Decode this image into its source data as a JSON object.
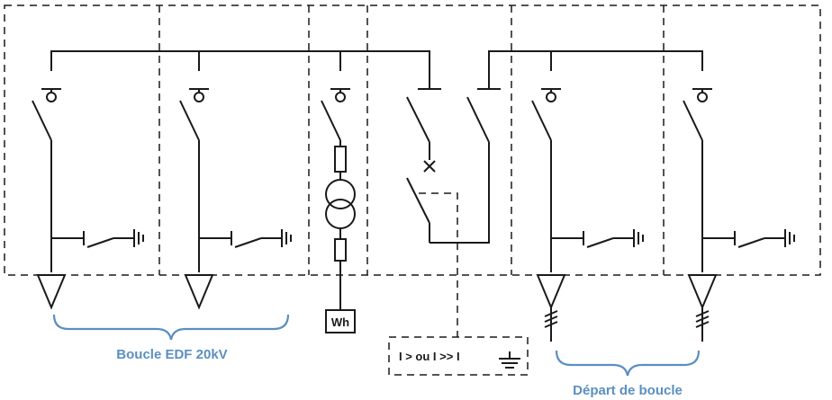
{
  "labels": {
    "boucle_edf": "Boucle EDF 20kV",
    "depart_boucle": "Départ de boucle",
    "meter": "Wh",
    "protection": "I > ou I >> I"
  },
  "colors": {
    "line": "#1a1a1a",
    "brace_text": "#5b8fbf"
  }
}
